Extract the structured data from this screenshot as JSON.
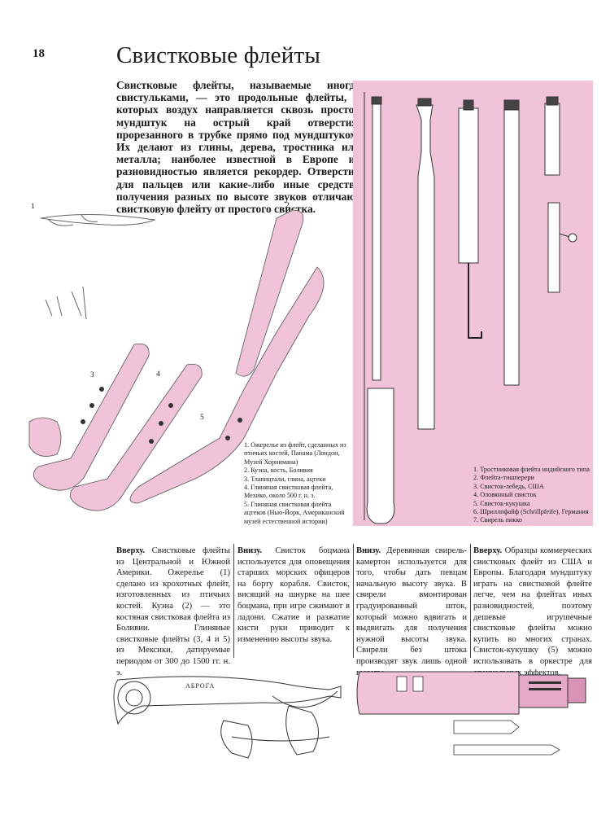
{
  "page": {
    "number": "18",
    "title": "Свистковые флейты",
    "intro": "Свистковые флейты, называемые иногда свистульками, — это продольные флейты, в которых воздух направляется сквозь простой мундштук на острый край отверстия, прорезанного в трубке прямо под мундштуком. Их делают из глины, дерева, тростника или металла; наиболее известной в Европе их разновидностью является рекордер. Отверстия для пальцев или какие-либо иные средства получения разных по высоте звуков отличают свистковую флейту от простого свистка."
  },
  "figure_labels": {
    "n1": "1",
    "n2": "2",
    "n3": "3",
    "n4": "4",
    "n5": "5",
    "bosun_inscription": "АБРОГА"
  },
  "legend_left": [
    "1. Ожерелье из флейт, сделанных из птичьих костей, Панама (Лондон, Музей Хорнимана)",
    "2. Куэна, кость, Боливия",
    "3. Тлапицтали, глина, ацтеки",
    "4. Глиняная свистковая флейта, Мехико, около 500 г. н. э.",
    "5. Глиняная свистковая флейта ацтеков (Нью-Йорк, Американский музей естественной истории)"
  ],
  "legend_right": [
    "1. Тростниковая флейта индийского типа",
    "2. Флейта-тишперери",
    "3. Свисток-лебедь, США",
    "4. Оловянный свисток",
    "5. Свисток-кукушка",
    "6. Шриллпфайф (Schrillpfeife), Германия",
    "7. Свирель пикко"
  ],
  "captions": {
    "c1_lead": "Вверху.",
    "c1_text": " Свистковые флейты из Центральной и Южной Америки. Ожерелье (1) сделано из крохотных флейт, изготовленных из птичьих костей. Куэна (2) — это костяная свистковая флейта из Боливии. Глиняные свистковые флейты (3, 4 и 5) из Мексики, датируемые периодом от 300 до 1500 гг. н. э.",
    "c2_lead": "Внизу.",
    "c2_text": " Свисток боцмана используется для оповещения старших морских офицеров на борту корабля. Свисток, висящий на шнурке на шее боцмана, при игре сжимают в ладони. Сжатие и разжатие кисти руки приводит к изменению высоты звука.",
    "c3_lead": "Внизу.",
    "c3_text": " Деревянная свирель-камертон используется для того, чтобы дать певцам начальную высоту звука. В свирели вмонтирован градуированный шток, который можно вдвигать и выдвигать для получения нужной высоты звука. Свирели без штока производят звук лишь одной высоты.",
    "c4_lead": "Вверху.",
    "c4_text": " Образцы коммерческих свистковых флейт из США и Европы. Благодаря мундштуку играть на свистковой флейте легче, чем на флейтах иных разновидностей, поэтому дешевые игрушечные свистковые флейты можно купить во многих странах. Свисток-кукушку (5) можно использовать в оркестре для специальных эффектов."
  },
  "colors": {
    "pink": "#f1c3d9",
    "ink": "#1a1a1a"
  }
}
